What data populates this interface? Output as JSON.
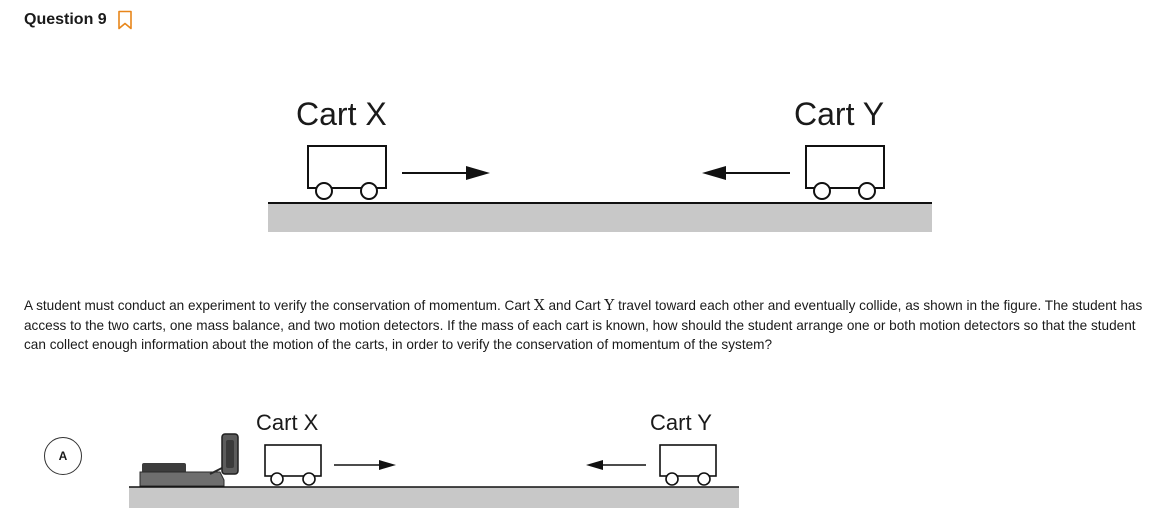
{
  "question": {
    "title": "Question 9",
    "icon": "bookmark-icon"
  },
  "figure_main": {
    "left_cart_label": "Cart X",
    "right_cart_label": "Cart Y"
  },
  "stem": {
    "part1": "A student must conduct an experiment to verify the conservation of momentum. Cart ",
    "var1": "X",
    "part2": " and Cart ",
    "var2": "Y",
    "part3": " travel toward each other and eventually collide, as shown in the figure. The student has access to the two carts, one mass balance, and two motion detectors. If the mass of each cart is known, how should the student arrange one or both motion detectors so that the student can collect enough information about the motion of the carts, in order to verify the conservation of momentum of the system?"
  },
  "choices": [
    {
      "letter": "A",
      "left_cart_label": "Cart X",
      "right_cart_label": "Cart Y",
      "icon": "motion-detector-icon"
    }
  ],
  "colors": {
    "track": "#c8c8c8",
    "track_line": "#111111",
    "detector": "#6e6e6e"
  }
}
